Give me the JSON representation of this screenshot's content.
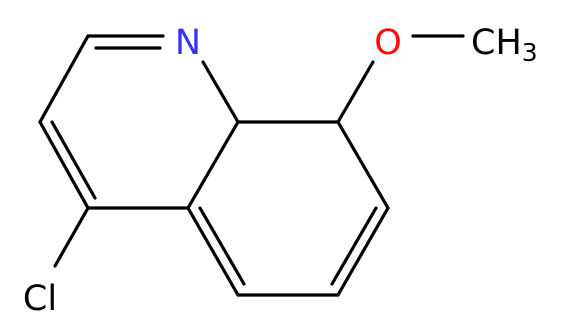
{
  "molecule": {
    "atoms": {
      "nitrogen": {
        "symbol": "N",
        "color": "#3333ff"
      },
      "oxygen": {
        "symbol": "O",
        "color": "#ff0d0d"
      },
      "chlorine": {
        "symbol": "Cl",
        "color": "#000000"
      },
      "methyl": {
        "symbol": "CH",
        "subscript": "3",
        "color": "#000000"
      }
    },
    "bond_color": "#000000"
  }
}
